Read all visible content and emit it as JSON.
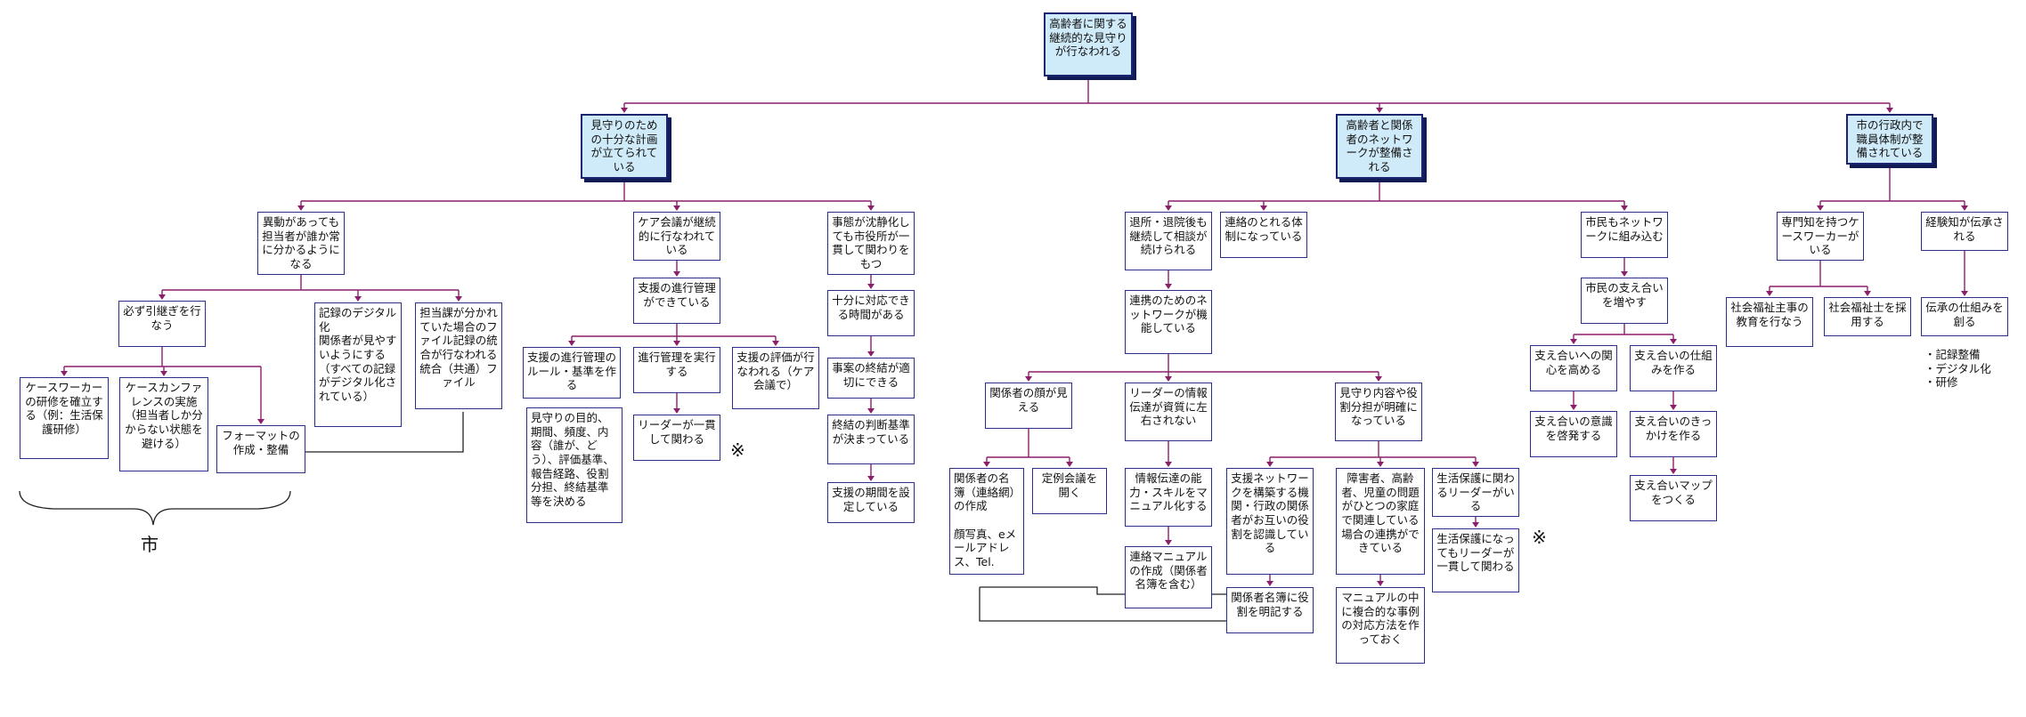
{
  "nodes": {
    "root": "高齢者に関する継続的な見守りが行なわれる",
    "l1a": "見守りのための十分な計画が立てられている",
    "l1b": "高齢者と関係者のネットワークが整備される",
    "l1c": "市の行政内で職員体制が整備されている",
    "a1": "異動があっても担当者が誰か常に分かるようになる",
    "a2": "ケア会議が継続的に行なわれている",
    "a3": "事態が沈静化しても市役所が一貫して関わりをもつ",
    "a1_1": "必ず引継ぎを行なう",
    "a1_2": "記録のデジタル化\n関係者が見やすいようにする（すべての記録がデジタル化されている）",
    "a1_3": "担当課が分かれていた場合のファイル記録の統合が行なわれる\n統合（共通）ファイル",
    "a1_1_1": "ケースワーカーの研修を確立する（例：生活保護研修）",
    "a1_1_2": "ケースカンファレンスの実施（担当者しか分からない状態を避ける）",
    "a1_1_3": "フォーマットの作成・整備",
    "a2_1": "支援の進行管理ができている",
    "a2_1_1": "支援の進行管理のルール・基準を作る",
    "a2_1_2": "進行管理を実行する",
    "a2_1_3": "支援の評価が行なわれる（ケア会議で）",
    "a2_note": "見守りの目的、期間、頻度、内容（誰が、どう）、評価基準、報告経路、役割分担、終結基準等を決める",
    "a2_1_2_1": "リーダーが一貫して関わる",
    "a3_1": "十分に対応できる時間がある",
    "a3_2": "事案の終結が適切にできる",
    "a3_3": "終結の判断基準が決まっている",
    "a3_4": "支援の期間を設定している",
    "b1": "退所・退院後も継続して相談が続けられる",
    "b2": "連絡のとれる体制になっている",
    "b3": "市民もネットワークに組み込む",
    "b1_1": "連携のためのネットワークが機能している",
    "b1_1_1": "関係者の顔が見える",
    "b1_1_2": "リーダーの情報伝達が資質に左右されない",
    "b1_1_3": "見守り内容や役割分担が明確になっている",
    "b1_1_1_1": "関係者の名簿（連絡網）の作成\n\n顔写真、eメールアドレス、Tel.",
    "b1_1_1_2": "定例会議を開く",
    "b1_1_2_1": "情報伝達の能力・スキルをマニュアル化する",
    "b1_1_2_2": "連絡マニュアルの作成（関係者名簿を含む）",
    "b1_1_3_1": "支援ネットワークを構築する機関・行政の関係者がお互いの役割を認識している",
    "b1_1_3_2": "障害者、高齢者、児童の問題がひとつの家庭で関連している場合の連携ができている",
    "b1_1_3_3": "生活保護に関わるリーダーがいる",
    "b1_1_3_1_1": "関係者名簿に役割を明記する",
    "b1_1_3_2_1": "マニュアルの中に複合的な事例の対応方法を作っておく",
    "b1_1_3_3_1": "生活保護になってもリーダーが一貫して関わる",
    "b3_1": "市民の支え合いを増やす",
    "b3_1_1": "支え合いへの関心を高める",
    "b3_1_2": "支え合いの仕組みを作る",
    "b3_1_1_1": "支え合いの意識を啓発する",
    "b3_1_2_1": "支え合いのきっかけを作る",
    "b3_1_2_2": "支え合いマップをつくる",
    "c1": "専門知を持つケースワーカーがいる",
    "c2": "経験知が伝承される",
    "c1_1": "社会福祉主事の教育を行なう",
    "c1_2": "社会福祉士を採用する",
    "c2_1": "伝承の仕組みを創る",
    "c2_1_note": "・記録整備\n・デジタル化\n・研修"
  },
  "marks": {
    "note_mark_1": "※",
    "note_mark_2": "※"
  },
  "labels": {
    "city_label": "市"
  },
  "colors": {
    "connector": "#8b1f6b",
    "border": "#2b2f8a",
    "highlight_fill": "#cfeaf8",
    "shadow": "#111b55"
  }
}
